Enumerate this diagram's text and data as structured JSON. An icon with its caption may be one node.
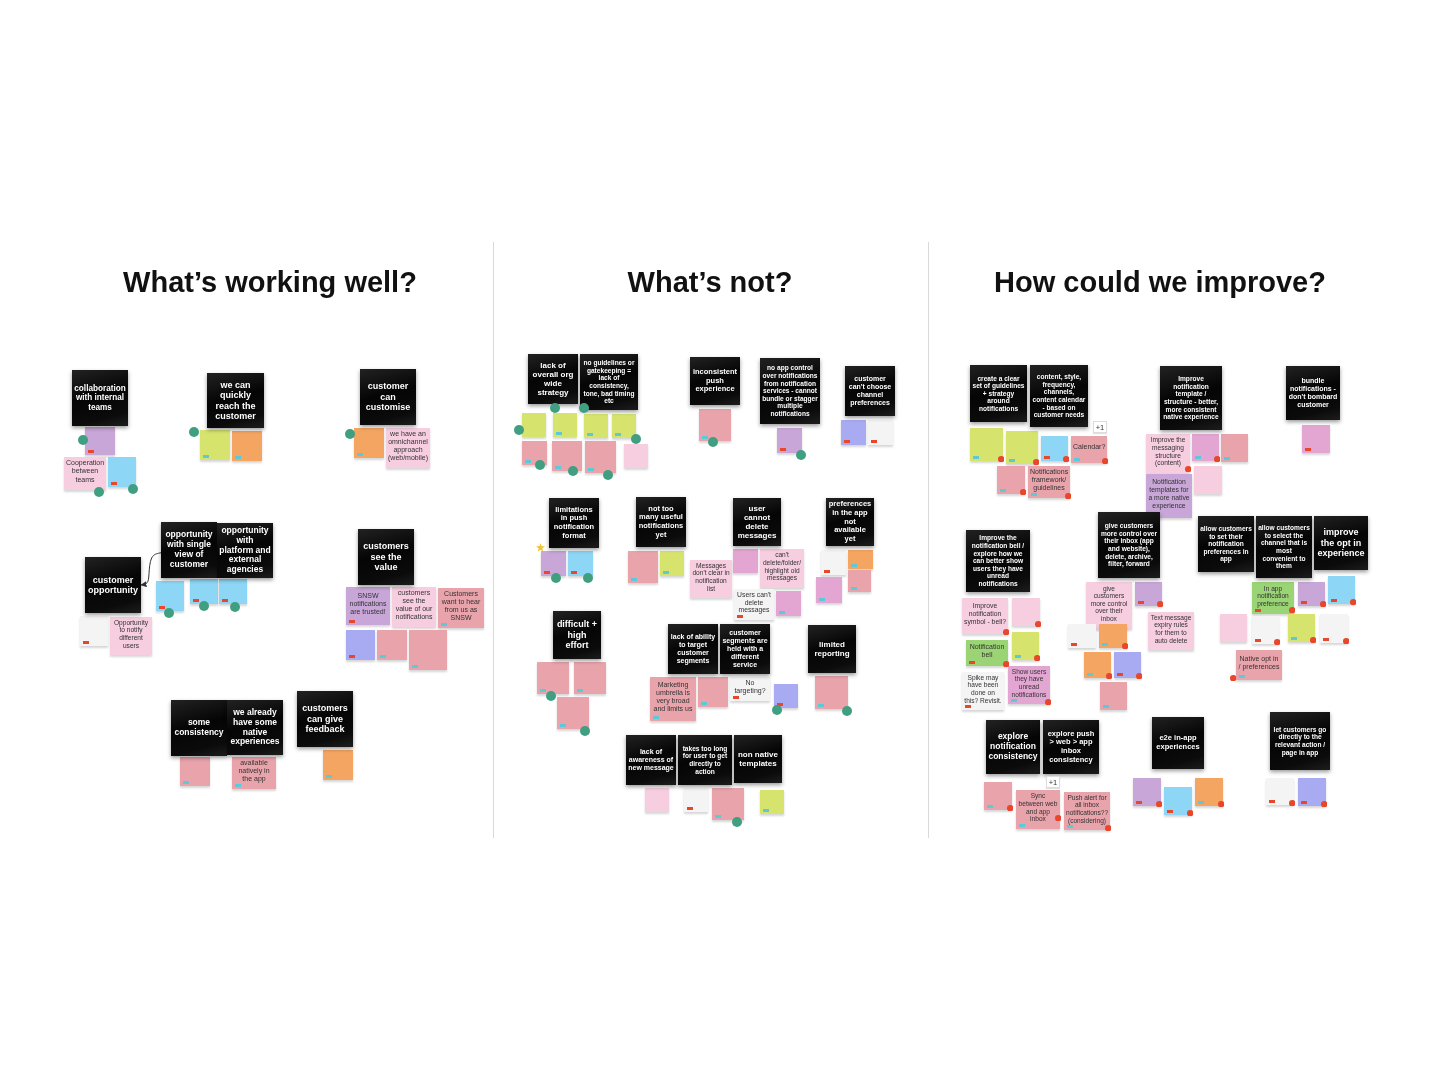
{
  "diagram": {
    "nodes": [
      {
        "text": [
          "collaboration with internal teams"
        ]
      },
      {
        "text": [],
        "shape": "box"
      },
      {
        "text": [
          "Cooperation between teams"
        ]
      },
      {
        "text": [],
        "shape": "box"
      },
      {
        "text": [
          "we can quickly reach the customer"
        ]
      },
      {
        "text": [],
        "shape": "box"
      },
      {
        "text": [],
        "shape": "box"
      },
      {
        "text": [
          "customer can customise"
        ]
      },
      {
        "text": [],
        "shape": "box"
      },
      {
        "text": [
          "we have an omnichannel approach (web/mobile)"
        ]
      },
      {
        "text": [
          "customer opportunity"
        ]
      },
      {
        "text": [
          "opportunity with single view of customer"
        ]
      },
      {
        "text": [
          "opportunity with platform and external agencies"
        ]
      },
      {
        "text": [],
        "shape": "box"
      },
      {
        "text": [
          "Opportunity to notify different users"
        ]
      },
      {
        "text": [],
        "shape": "box"
      },
      {
        "text": [],
        "shape": "box"
      },
      {
        "text": [],
        "shape": "box"
      },
      {
        "text": [
          "customers see the value"
        ]
      },
      {
        "text": [
          "SNSW notifications are trusted!"
        ]
      },
      {
        "text": [
          "customers see the value of our notifications"
        ]
      },
      {
        "text": [
          "Customers want to hear from us as SNSW"
        ]
      },
      {
        "text": [],
        "shape": "box"
      },
      {
        "text": [],
        "shape": "box"
      },
      {
        "text": [],
        "shape": "box"
      },
      {
        "text": [
          "some consistency"
        ]
      },
      {
        "text": [
          "we already have some native experiences"
        ]
      },
      {
        "text": [
          "customers can give feedback"
        ]
      },
      {
        "text": [],
        "shape": "box"
      },
      {
        "text": [
          "available natively in the app"
        ]
      },
      {
        "text": [],
        "shape": "box"
      },
      {
        "text": [
          "lack of overall org wide strategy"
        ]
      },
      {
        "text": [
          "no guidelines or gatekeeping = lack of consistency, tone, bad timing etc"
        ]
      },
      {
        "text": [],
        "shape": "box"
      },
      {
        "text": [],
        "shape": "box"
      },
      {
        "text": [],
        "shape": "box"
      },
      {
        "text": [],
        "shape": "box"
      },
      {
        "text": [],
        "shape": "box"
      },
      {
        "text": [],
        "shape": "box"
      },
      {
        "text": [],
        "shape": "box"
      },
      {
        "text": [],
        "shape": "box"
      },
      {
        "text": [
          "inconsistent push experience"
        ]
      },
      {
        "text": [],
        "shape": "box"
      },
      {
        "text": [
          "no app control over notifications from notification services - cannot bundle or stagger multiple notifications"
        ]
      },
      {
        "text": [],
        "shape": "box"
      },
      {
        "text": [
          "customer can't choose channel preferences"
        ]
      },
      {
        "text": [],
        "shape": "box"
      },
      {
        "text": [],
        "shape": "box"
      },
      {
        "text": [
          "limitations in push notification format"
        ]
      },
      {
        "text": [],
        "shape": "box"
      },
      {
        "text": [],
        "shape": "box"
      },
      {
        "text": [
          "not too many useful notifications yet"
        ]
      },
      {
        "text": [],
        "shape": "box"
      },
      {
        "text": [],
        "shape": "box"
      },
      {
        "text": [
          "user cannot delete messages"
        ]
      },
      {
        "text": [],
        "shape": "box"
      },
      {
        "text": [
          "can't delete/folder/ highlight old messages"
        ]
      },
      {
        "text": [
          "Messages don't clear in notification list"
        ]
      },
      {
        "text": [
          "Users can't delete messages"
        ]
      },
      {
        "text": [],
        "shape": "box"
      },
      {
        "text": [
          "preferences in the app not available yet"
        ]
      },
      {
        "text": [],
        "shape": "box"
      },
      {
        "text": [],
        "shape": "box"
      },
      {
        "text": [],
        "shape": "box"
      },
      {
        "text": [],
        "shape": "box"
      },
      {
        "text": [
          "difficult + high effort"
        ]
      },
      {
        "text": [],
        "shape": "box"
      },
      {
        "text": [],
        "shape": "box"
      },
      {
        "text": [],
        "shape": "box"
      },
      {
        "text": [
          "lack of ability to target customer segments"
        ]
      },
      {
        "text": [
          "customer segments are held with a different service"
        ]
      },
      {
        "text": [
          "Marketing umbrella is very broad and limits us"
        ]
      },
      {
        "text": [],
        "shape": "box"
      },
      {
        "text": [
          "No targeting?"
        ]
      },
      {
        "text": [],
        "shape": "box"
      },
      {
        "text": [
          "limited reporting"
        ]
      },
      {
        "text": [],
        "shape": "box"
      },
      {
        "text": [
          "lack of awareness of new message"
        ]
      },
      {
        "text": [
          "takes too long for user to get directly to action"
        ]
      },
      {
        "text": [
          "non native templates"
        ]
      },
      {
        "text": [],
        "shape": "box"
      },
      {
        "text": [],
        "shape": "box"
      },
      {
        "text": [],
        "shape": "box"
      },
      {
        "text": [],
        "shape": "box"
      },
      {
        "text": [
          "create a clear set of guidelines + strategy around notifications"
        ]
      },
      {
        "text": [
          "content, style, frequency, channels, content calendar - based on customer needs"
        ]
      },
      {
        "text": [],
        "shape": "box"
      },
      {
        "text": [],
        "shape": "box"
      },
      {
        "text": [],
        "shape": "box"
      },
      {
        "text": [
          "Calendar?"
        ]
      },
      {
        "text": [],
        "shape": "box"
      },
      {
        "text": [
          "Notifications framework/ guidelines"
        ]
      },
      {
        "text": [
          "Improve notification template / structure - better, more consistent native experience"
        ]
      },
      {
        "text": [
          "Improve the messaging structure (content)"
        ]
      },
      {
        "text": [],
        "shape": "box"
      },
      {
        "text": [],
        "shape": "box"
      },
      {
        "text": [
          "Notification templates for a more native experience"
        ]
      },
      {
        "text": [],
        "shape": "box"
      },
      {
        "text": [
          "bundle notifications - don't bombard customer"
        ]
      },
      {
        "text": [],
        "shape": "box"
      },
      {
        "text": [
          "Improve the notification bell / explore how we can better show users they have unread notifications"
        ]
      },
      {
        "text": [
          "Improve notification symbol - bell?"
        ]
      },
      {
        "text": [],
        "shape": "box"
      },
      {
        "text": [
          "Notification bell"
        ]
      },
      {
        "text": [],
        "shape": "box"
      },
      {
        "text": [
          "Spike may have been done on this? Revisit."
        ]
      },
      {
        "text": [
          "Show users they have unread notifications"
        ]
      },
      {
        "text": [
          "give customers more control over their inbox (app and website), delete, archive, filter, forward"
        ]
      },
      {
        "text": [
          "give customers more control over their inbox"
        ]
      },
      {
        "text": [],
        "shape": "box"
      },
      {
        "text": [],
        "shape": "box"
      },
      {
        "text": [],
        "shape": "box"
      },
      {
        "text": [
          "Text message expiry rules for them to auto delete"
        ]
      },
      {
        "text": [],
        "shape": "box"
      },
      {
        "text": [],
        "shape": "box"
      },
      {
        "text": [],
        "shape": "box"
      },
      {
        "text": [
          "allow customers to set their notification preferences in app"
        ]
      },
      {
        "text": [
          "allow customers to select the channel that is most convenient to them"
        ]
      },
      {
        "text": [
          "improve the opt in experience"
        ]
      },
      {
        "text": [
          "In app notification preference"
        ]
      },
      {
        "text": [],
        "shape": "box"
      },
      {
        "text": [],
        "shape": "box"
      },
      {
        "text": [],
        "shape": "box"
      },
      {
        "text": [],
        "shape": "box"
      },
      {
        "text": [
          "Native opt in / preferences"
        ]
      },
      {
        "text": [],
        "shape": "box"
      },
      {
        "text": [],
        "shape": "box"
      },
      {
        "text": [
          "explore notification consistency"
        ]
      },
      {
        "text": [
          "explore push > web > app inbox consistency"
        ]
      },
      {
        "text": [],
        "shape": "box"
      },
      {
        "text": [
          "Sync between web and app inbox"
        ]
      },
      {
        "text": [
          "Push alert for all inbox notifications?? (considering)"
        ]
      },
      {
        "text": [
          "e2e in-app experiences"
        ]
      },
      {
        "text": [],
        "shape": "box"
      },
      {
        "text": [],
        "shape": "box"
      },
      {
        "text": [],
        "shape": "box"
      },
      {
        "text": [
          "let customers go directly to the relevant action / page in app"
        ]
      },
      {
        "text": [],
        "shape": "box"
      },
      {
        "text": [],
        "shape": "box"
      }
    ],
    "edges": [
      {
        "from": 11,
        "to": 10,
        "arrow": "to"
      }
    ],
    "labels": [
      "What’s working well?",
      "What’s not?",
      "How could we improve?",
      "+1",
      "+1"
    ]
  }
}
